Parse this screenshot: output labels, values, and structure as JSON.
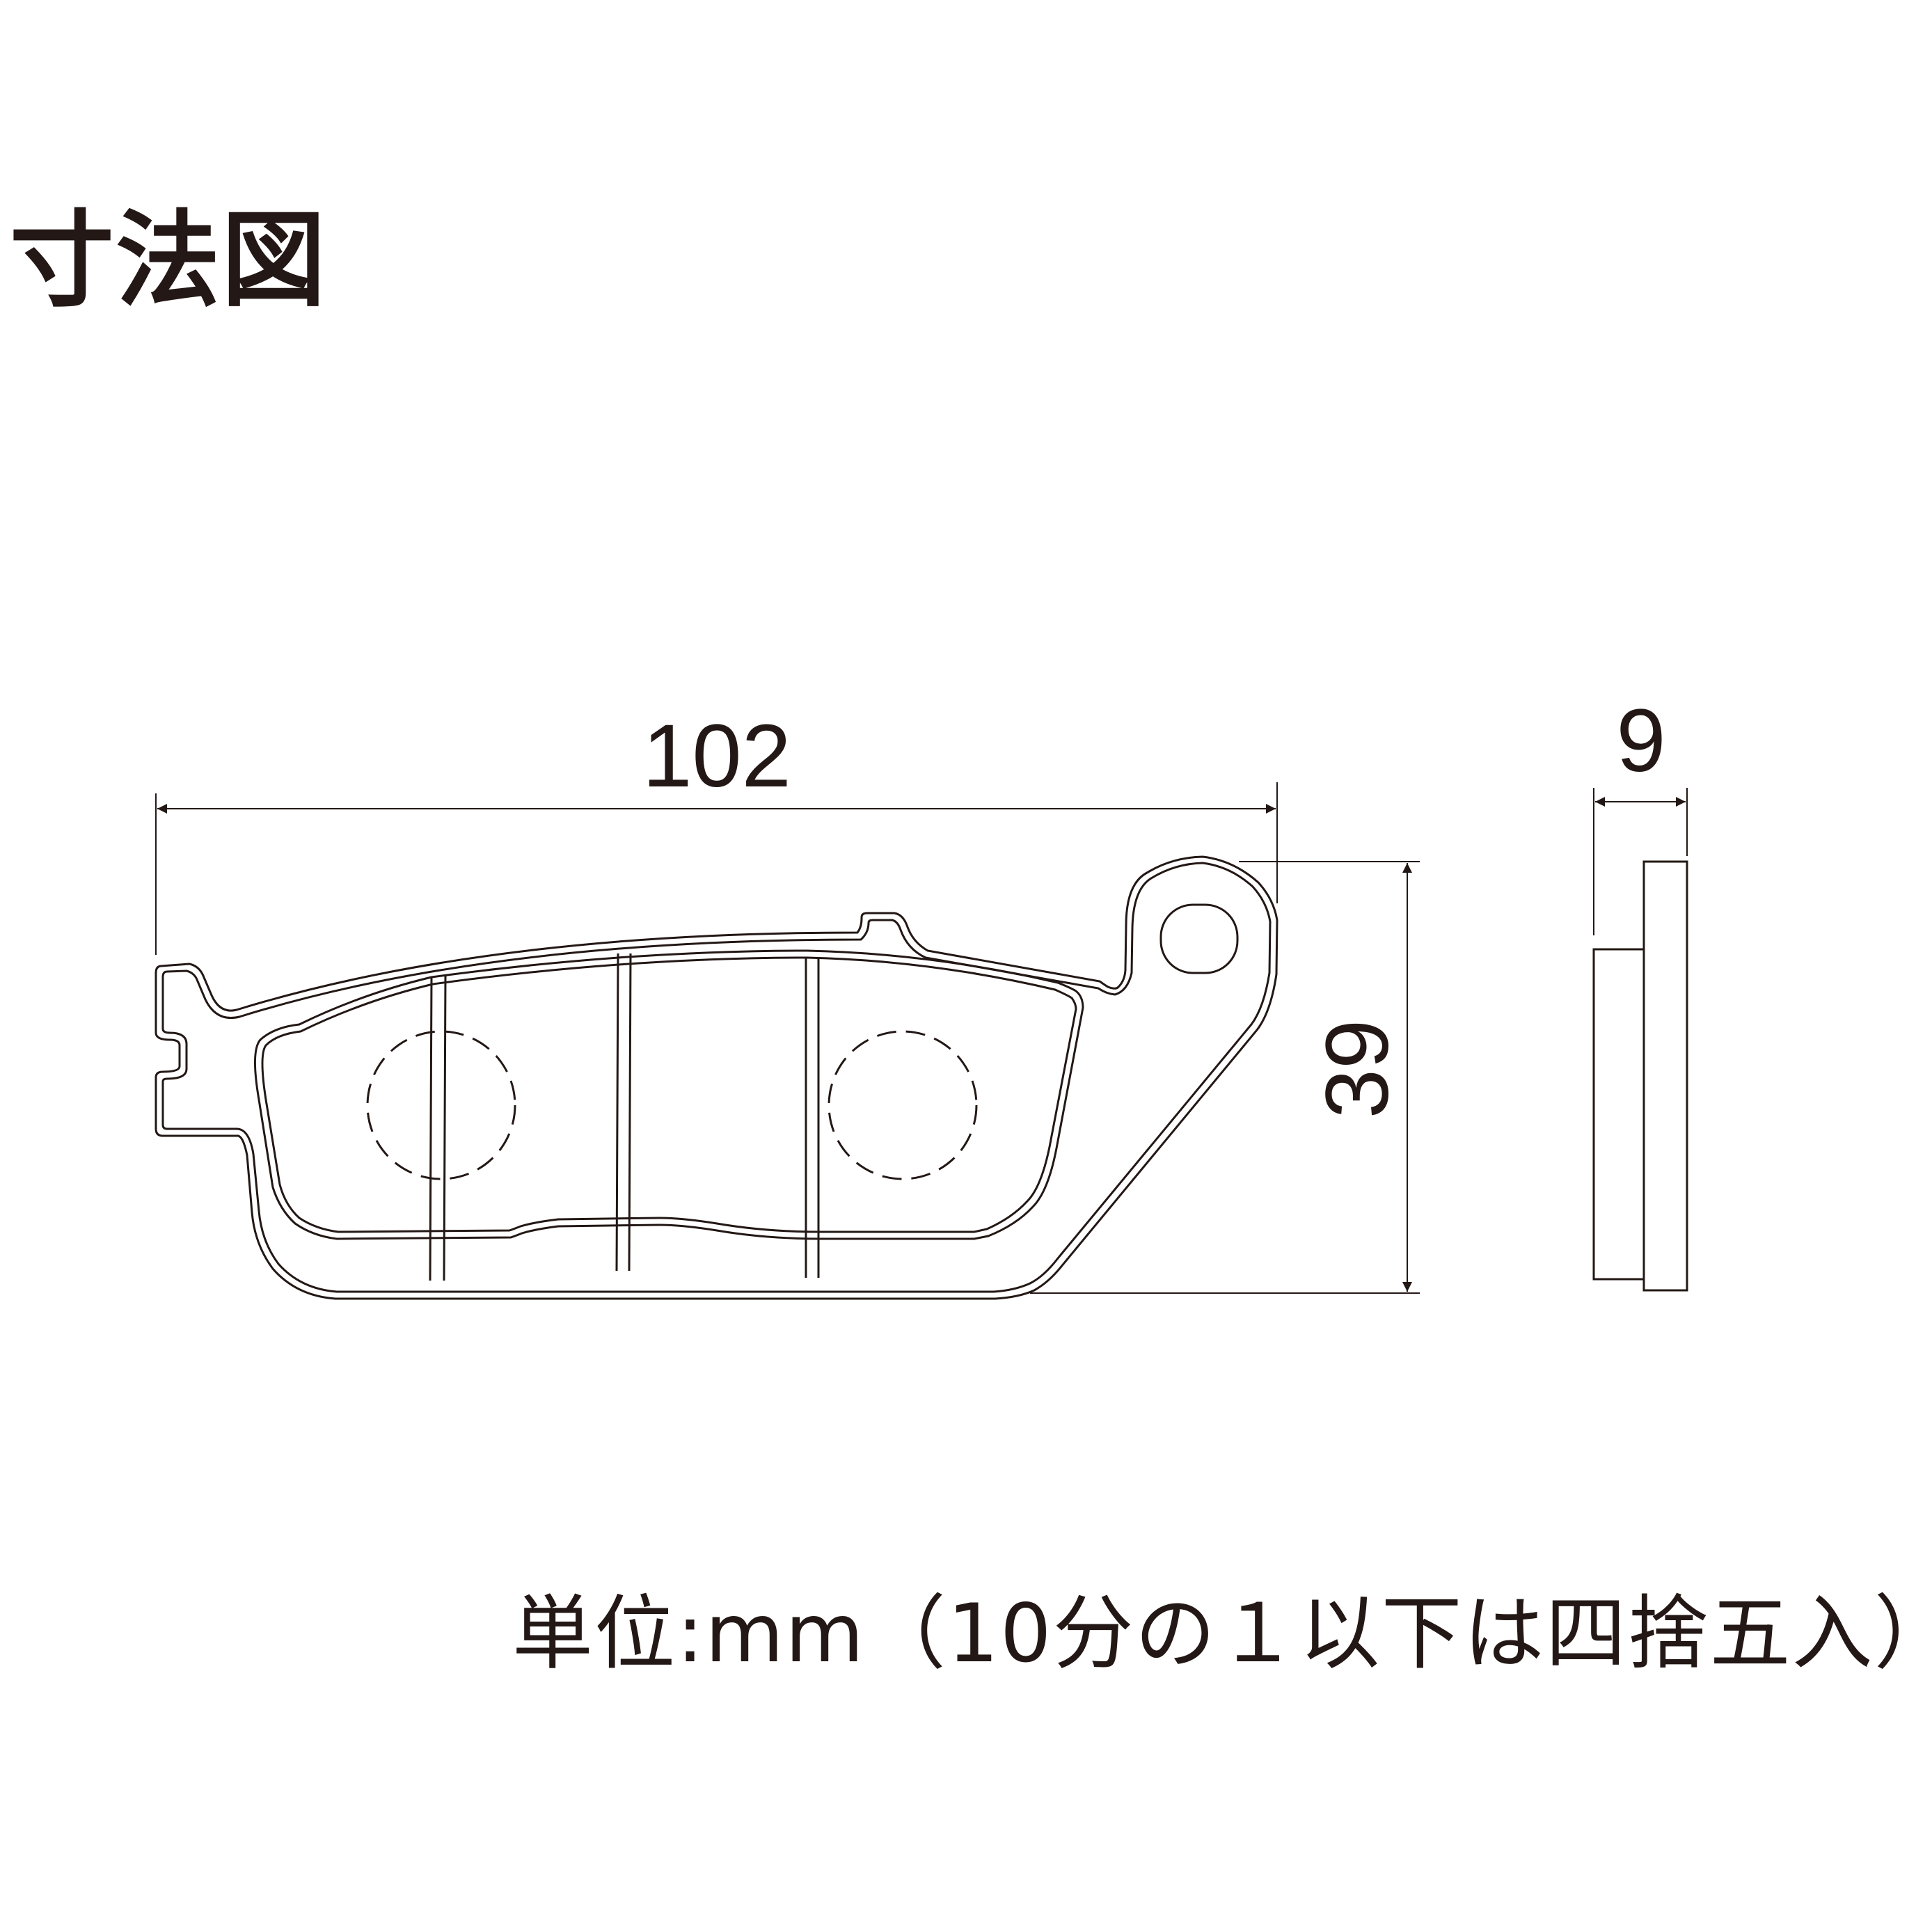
{
  "title": "寸法図",
  "dimensions": {
    "length": "102",
    "height": "39",
    "thickness": "9"
  },
  "unit_note": "単位:mm（10分の１以下は四捨五入）",
  "colors": {
    "line": "#231815",
    "background": "#ffffff"
  }
}
